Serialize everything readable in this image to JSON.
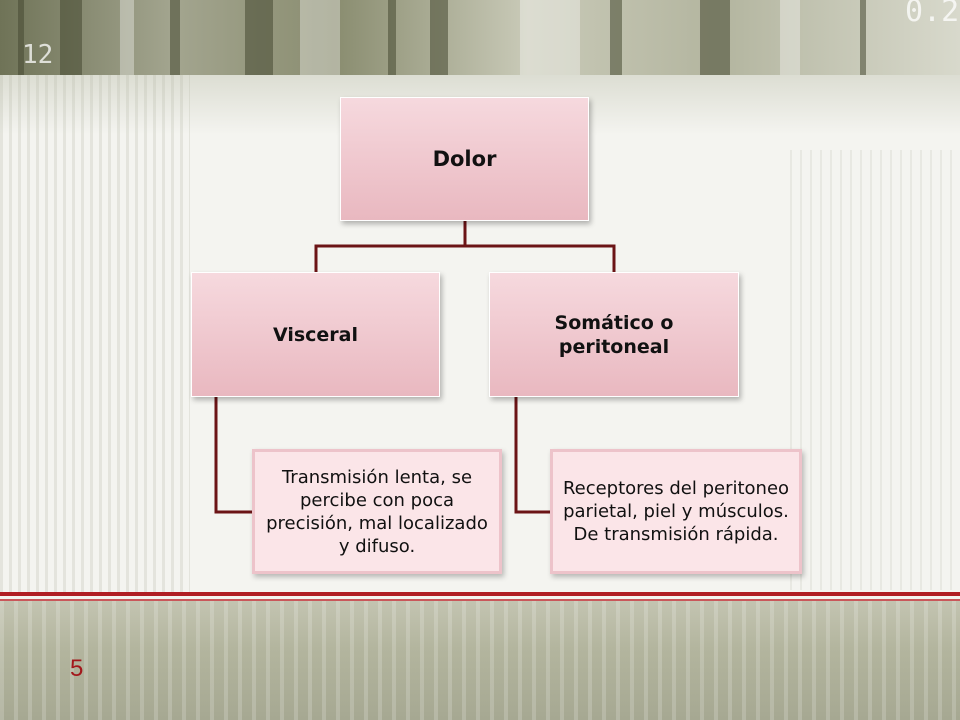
{
  "diagram": {
    "root": {
      "label": "Dolor"
    },
    "branches": [
      {
        "label": "Visceral",
        "detail": "Transmisión lenta, se percibe con poca precisión, mal localizado y difuso."
      },
      {
        "label": "Somático o peritoneal",
        "detail": "Receptores del peritoneo parietal, piel y músculos. De transmisión rápida."
      }
    ]
  },
  "footer": {
    "page_number": "5"
  },
  "background": {
    "banner_numbers": [
      "12",
      "0.2"
    ]
  },
  "colors": {
    "node_fill": "#eec2c9",
    "connector": "#6b1416",
    "accent_red": "#b01e23",
    "leaf_fill": "#fbe5e8"
  }
}
